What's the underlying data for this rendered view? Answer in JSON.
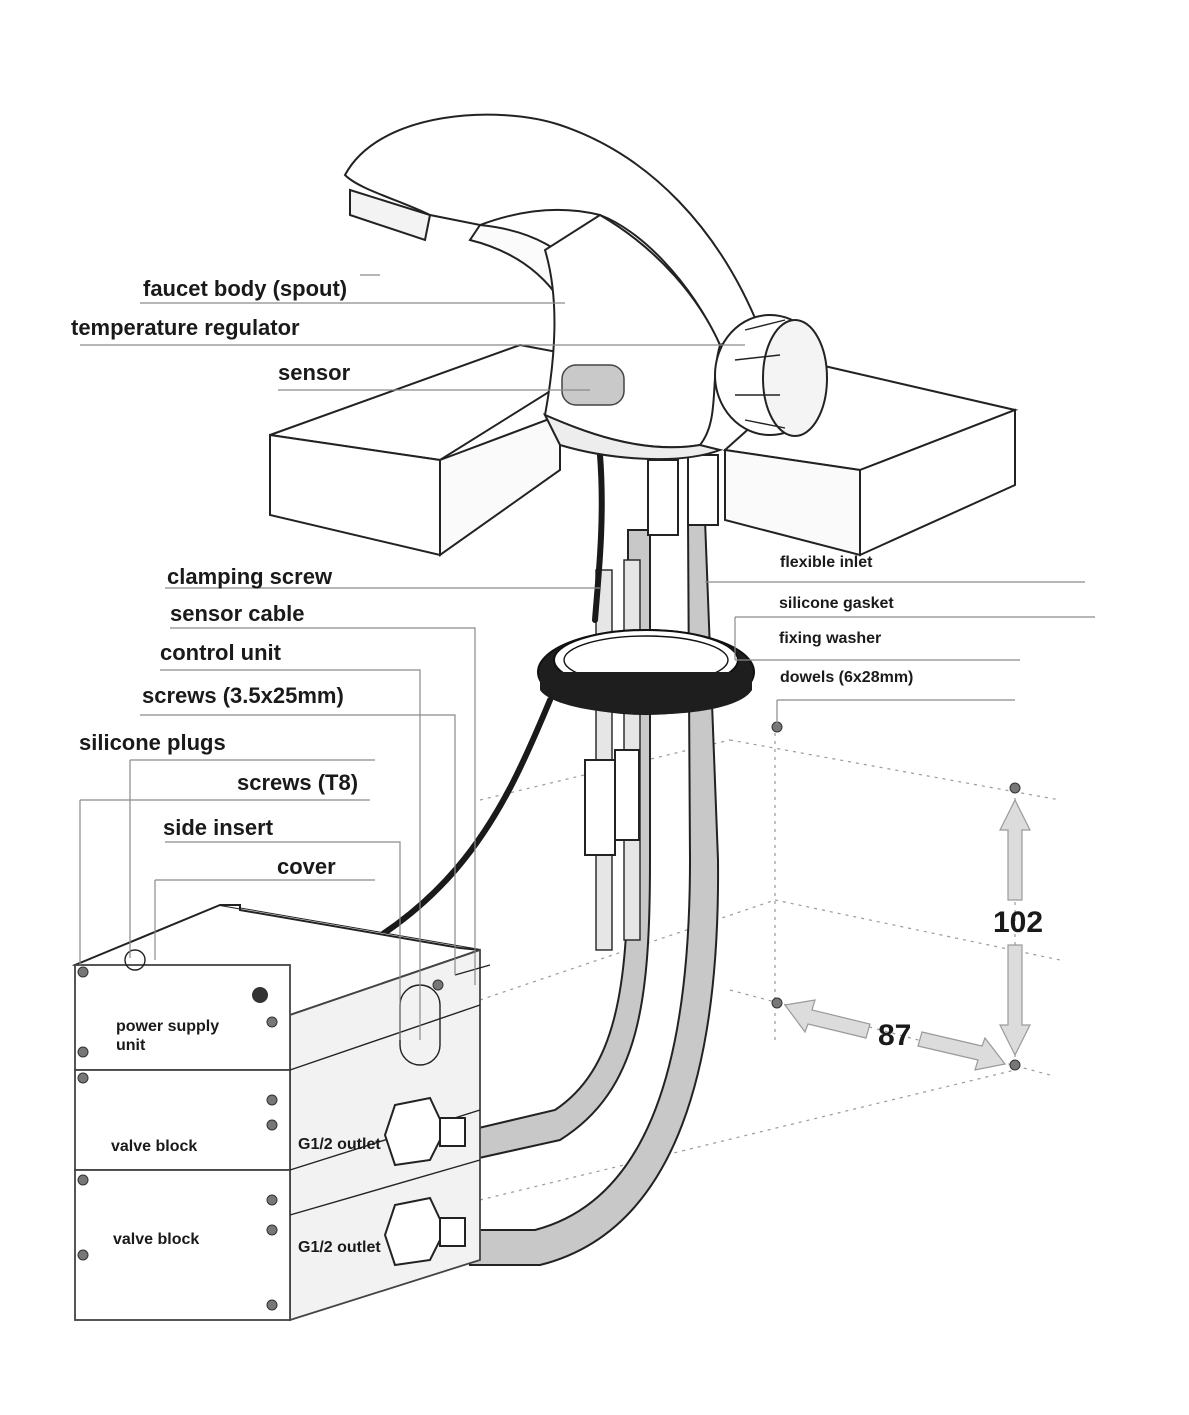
{
  "labels": {
    "faucet_body": "faucet body (spout)",
    "temperature_regulator": "temperature regulator",
    "sensor": "sensor",
    "clamping_screw": "clamping screw",
    "sensor_cable": "sensor cable",
    "control_unit": "control unit",
    "screws_35x25": "screws (3.5x25mm)",
    "silicone_plugs": "silicone plugs",
    "screws_t8": "screws (T8)",
    "side_insert": "side insert",
    "cover": "cover",
    "flexible_inlet": "flexible inlet",
    "silicone_gasket": "silicone gasket",
    "fixing_washer": "fixing washer",
    "dowels": "dowels (6x28mm)",
    "power_supply_line1": "power supply",
    "power_supply_line2": "unit",
    "valve_block_1": "valve block",
    "valve_block_2": "valve block",
    "outlet_1": "G1/2 outlet",
    "outlet_2": "G1/2 outlet"
  },
  "dimensions": {
    "height": "102",
    "width": "87"
  }
}
